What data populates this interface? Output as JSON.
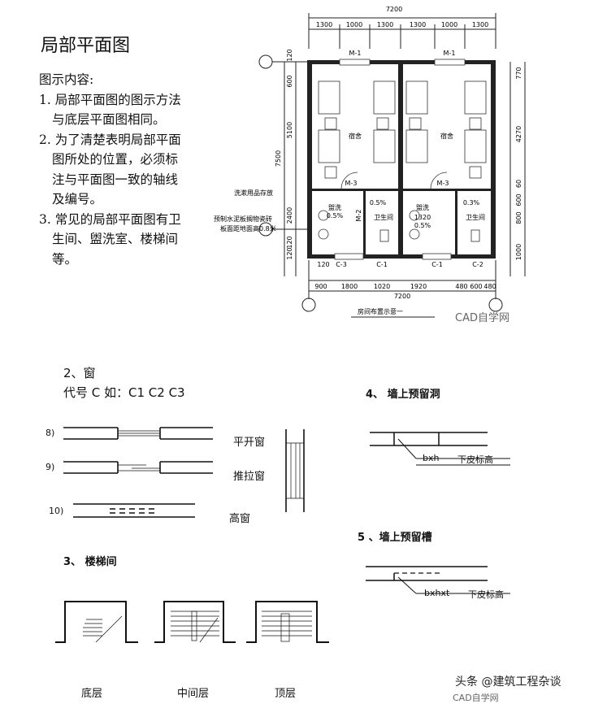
{
  "title": "局部平面图",
  "notes": {
    "heading": "图示内容:",
    "items": [
      "1. 局部平面图的图示方法",
      "与底层平面图相同。",
      "2. 为了清楚表明局部平面",
      "图所处的位置，必须标",
      "注与平面图一致的轴线",
      "及编号。",
      "3. 常见的局部平面图有卫",
      "生间、盥洗室、楼梯间",
      "等。"
    ]
  },
  "plan": {
    "top_total": "7200",
    "top_dims": [
      "1300",
      "1000",
      "1300",
      "1300",
      "1000",
      "1300"
    ],
    "bottom_dims": [
      "900",
      "1800",
      "1020",
      "1920",
      "480",
      "600",
      "480"
    ],
    "bottom_total": "7200",
    "left_total": "7500",
    "left_dims": [
      "600",
      "5100",
      "2400",
      "120",
      "120"
    ],
    "left_small": [
      "120"
    ],
    "right_dims": [
      "770",
      "4270",
      "60",
      "600",
      "800",
      "1000"
    ],
    "doors_top": [
      "M-1",
      "M-1"
    ],
    "doors_mid": [
      "M-3",
      "M-3"
    ],
    "room1": "宿舍",
    "room2": "宿舍",
    "wash1": "盥洗",
    "wash2": "盥洗",
    "wc1": "卫生间",
    "wc2": "卫生间",
    "slope1": "0.5%",
    "slope2": "0.5%",
    "slope3": "0.5%",
    "slope4": "0.3%",
    "wash_dim": "1320",
    "m2": "M-2",
    "windows": [
      "C-3",
      "C-1",
      "C-1",
      "C-2"
    ],
    "note1": "洗漱用品存放",
    "note2": "预制水泥板搁物瓷砖",
    "note3": "板面距地面高0.8米",
    "caption": "房间布置示意一",
    "dim120": "120"
  },
  "window_section": {
    "heading": "2、窗",
    "code_line": "代号  C  如：C1    C2   C3",
    "items": [
      {
        "num": "8)",
        "label": "平开窗"
      },
      {
        "num": "9)",
        "label": "推拉窗"
      },
      {
        "num": "10)",
        "label": "高窗"
      }
    ]
  },
  "stairs": {
    "heading": "3、 楼梯间",
    "labels": [
      "底层",
      "中间层",
      "顶层"
    ]
  },
  "hole": {
    "heading": "4、 墙上预留洞",
    "size": "bxh",
    "note": "下皮标高"
  },
  "slot": {
    "heading": "5 、墙上预留槽",
    "size": "bxhxt",
    "note": "下皮标高"
  },
  "watermarks": {
    "mid": "CAD自学网",
    "bottom1": "头条 @建筑工程杂谈",
    "bottom2": "CAD自学网"
  }
}
